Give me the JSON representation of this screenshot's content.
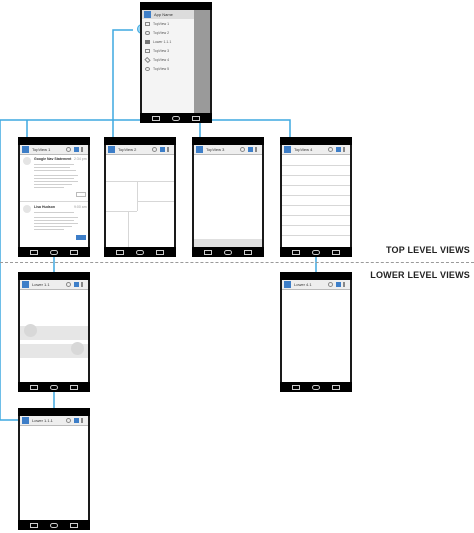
{
  "labels": {
    "top_level": "TOP LEVEL VIEWS",
    "lower_level": "LOWER LEVEL VIEWS"
  },
  "colors": {
    "connector": "#3fa9e0",
    "accent": "#3d7ec8",
    "divider": "#9a9a9a"
  },
  "drawer": {
    "header": "App Name",
    "items": [
      "TopView 1",
      "TopView 2",
      "Lower 1.1.1",
      "TopView 3",
      "TopView 4",
      "TopView 5"
    ]
  },
  "topview1": {
    "title": "TopView 1",
    "card1": {
      "title": "Google Nav Statement",
      "time": "2:34 pm"
    },
    "card2": {
      "title": "Lisa Hudson",
      "time": "9:00 am"
    }
  },
  "topview2": {
    "title": "TopView 2"
  },
  "topview3": {
    "title": "TopView 3"
  },
  "topview4": {
    "title": "TopView 4"
  },
  "lower11": {
    "title": "Lower 1.1"
  },
  "lower111": {
    "title": "Lower 1.1.1"
  },
  "lower41": {
    "title": "Lower 4.1"
  }
}
